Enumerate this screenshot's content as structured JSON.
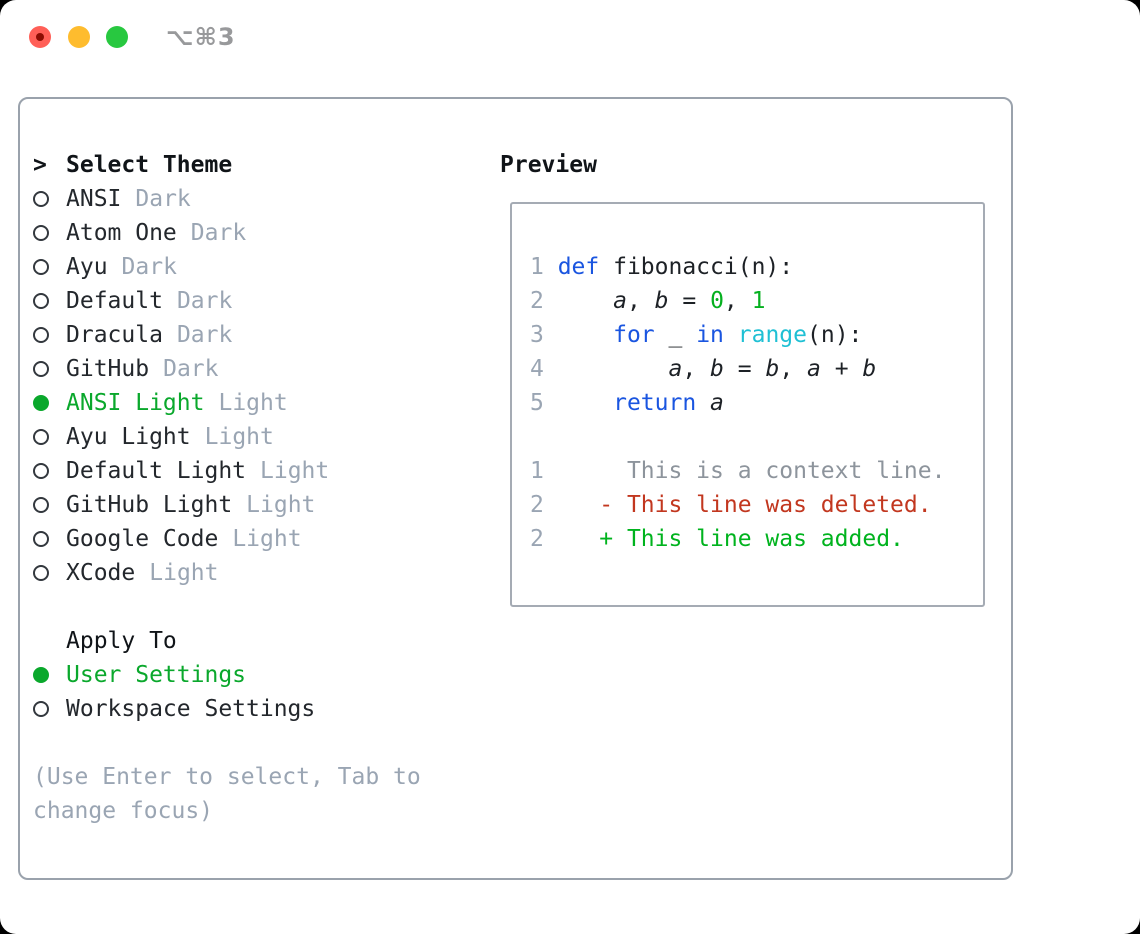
{
  "window": {
    "shortcut": "⌥⌘3"
  },
  "colors": {
    "fg": "#1d2126",
    "dim": "#9aa5b3",
    "green": "#0aa82c",
    "kw": "#1a55e0",
    "builtin": "#1fc0d4",
    "num": "#05b01f",
    "add": "#00b31e",
    "del": "#c2371f",
    "ctx": "#8d949c",
    "border": "#9aa2ac",
    "border2": "#a5abb4",
    "tlred": "#ff5f57",
    "tlreddot": "#8c0d03",
    "tlyellow": "#febc2e",
    "tlgreen": "#28c840"
  },
  "sidebar": {
    "prompt": ">",
    "title": "Select Theme",
    "themes": [
      {
        "name": "ANSI",
        "variant": "Dark",
        "selected": false
      },
      {
        "name": "Atom One",
        "variant": "Dark",
        "selected": false
      },
      {
        "name": "Ayu",
        "variant": "Dark",
        "selected": false
      },
      {
        "name": "Default",
        "variant": "Dark",
        "selected": false
      },
      {
        "name": "Dracula",
        "variant": "Dark",
        "selected": false
      },
      {
        "name": "GitHub",
        "variant": "Dark",
        "selected": false
      },
      {
        "name": "ANSI Light",
        "variant": "Light",
        "selected": true
      },
      {
        "name": "Ayu Light",
        "variant": "Light",
        "selected": false
      },
      {
        "name": "Default Light",
        "variant": "Light",
        "selected": false
      },
      {
        "name": "GitHub Light",
        "variant": "Light",
        "selected": false
      },
      {
        "name": "Google Code",
        "variant": "Light",
        "selected": false
      },
      {
        "name": "XCode",
        "variant": "Light",
        "selected": false
      }
    ],
    "apply_to": {
      "label": "Apply To",
      "options": [
        {
          "label": "User Settings",
          "selected": true
        },
        {
          "label": "Workspace Settings",
          "selected": false
        }
      ]
    },
    "help": [
      "(Use Enter to select, Tab to",
      "change focus)"
    ]
  },
  "preview": {
    "label": "Preview",
    "lines": [
      [
        [
          "1 ",
          "lineno"
        ],
        [
          "def",
          "kw"
        ],
        [
          " fibonacci(n):",
          "fg"
        ]
      ],
      [
        [
          "2 ",
          "lineno"
        ],
        [
          "    ",
          "fg"
        ],
        [
          "a",
          "var"
        ],
        [
          ", ",
          "fg"
        ],
        [
          "b",
          "var"
        ],
        [
          " = ",
          "fg"
        ],
        [
          "0",
          "num"
        ],
        [
          ", ",
          "fg"
        ],
        [
          "1",
          "num"
        ]
      ],
      [
        [
          "3 ",
          "lineno"
        ],
        [
          "    ",
          "fg"
        ],
        [
          "for",
          "kw"
        ],
        [
          " _ ",
          "fg"
        ],
        [
          "in",
          "kw"
        ],
        [
          " ",
          "fg"
        ],
        [
          "range",
          "builtin"
        ],
        [
          "(n):",
          "fg"
        ]
      ],
      [
        [
          "4 ",
          "lineno"
        ],
        [
          "        ",
          "fg"
        ],
        [
          "a",
          "var"
        ],
        [
          ", ",
          "fg"
        ],
        [
          "b",
          "var"
        ],
        [
          " = ",
          "fg"
        ],
        [
          "b",
          "var"
        ],
        [
          ", ",
          "fg"
        ],
        [
          "a",
          "var"
        ],
        [
          " + ",
          "fg"
        ],
        [
          "b",
          "var"
        ]
      ],
      [
        [
          "5 ",
          "lineno"
        ],
        [
          "    ",
          "fg"
        ],
        [
          "return",
          "kw"
        ],
        [
          " ",
          "fg"
        ],
        [
          "a",
          "var"
        ]
      ],
      [],
      [
        [
          "1 ",
          "lineno"
        ],
        [
          "     This is a context line.",
          "ctx"
        ]
      ],
      [
        [
          "2 ",
          "lineno"
        ],
        [
          "   - This line was deleted.",
          "del"
        ]
      ],
      [
        [
          "2 ",
          "lineno"
        ],
        [
          "   + This line was added.",
          "add"
        ]
      ]
    ]
  }
}
